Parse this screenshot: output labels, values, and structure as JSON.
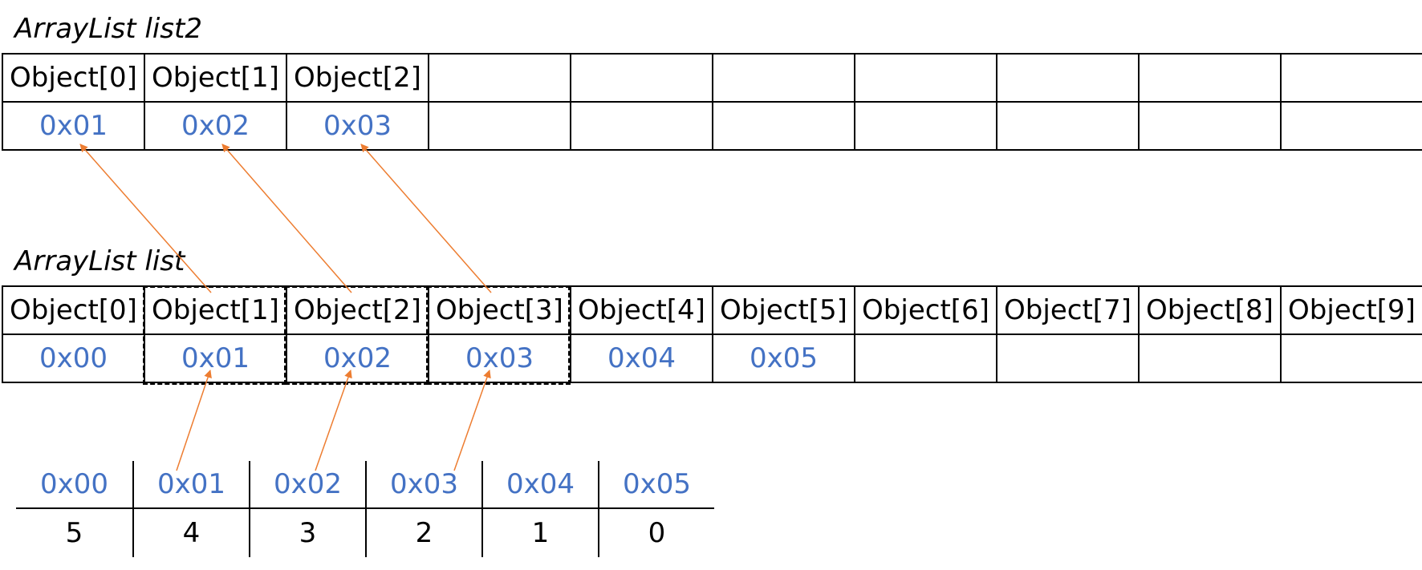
{
  "list2": {
    "caption": "ArrayList list2",
    "headers": [
      "Object[0]",
      "Object[1]",
      "Object[2]",
      "",
      "",
      "",
      "",
      "",
      "",
      ""
    ],
    "values": [
      "0x01",
      "0x02",
      "0x03",
      "",
      "",
      "",
      "",
      "",
      "",
      ""
    ]
  },
  "list": {
    "caption": "ArrayList list",
    "headers": [
      "Object[0]",
      "Object[1]",
      "Object[2]",
      "Object[3]",
      "Object[4]",
      "Object[5]",
      "Object[6]",
      "Object[7]",
      "Object[8]",
      "Object[9]"
    ],
    "values": [
      "0x00",
      "0x01",
      "0x02",
      "0x03",
      "0x04",
      "0x05",
      "",
      "",
      "",
      ""
    ]
  },
  "heap": {
    "addresses": [
      "0x00",
      "0x01",
      "0x02",
      "0x03",
      "0x04",
      "0x05"
    ],
    "values": [
      "5",
      "4",
      "3",
      "2",
      "1",
      "0"
    ]
  },
  "colors": {
    "address": "#4472c4",
    "arrow": "#ed7d31",
    "line": "#000000"
  }
}
